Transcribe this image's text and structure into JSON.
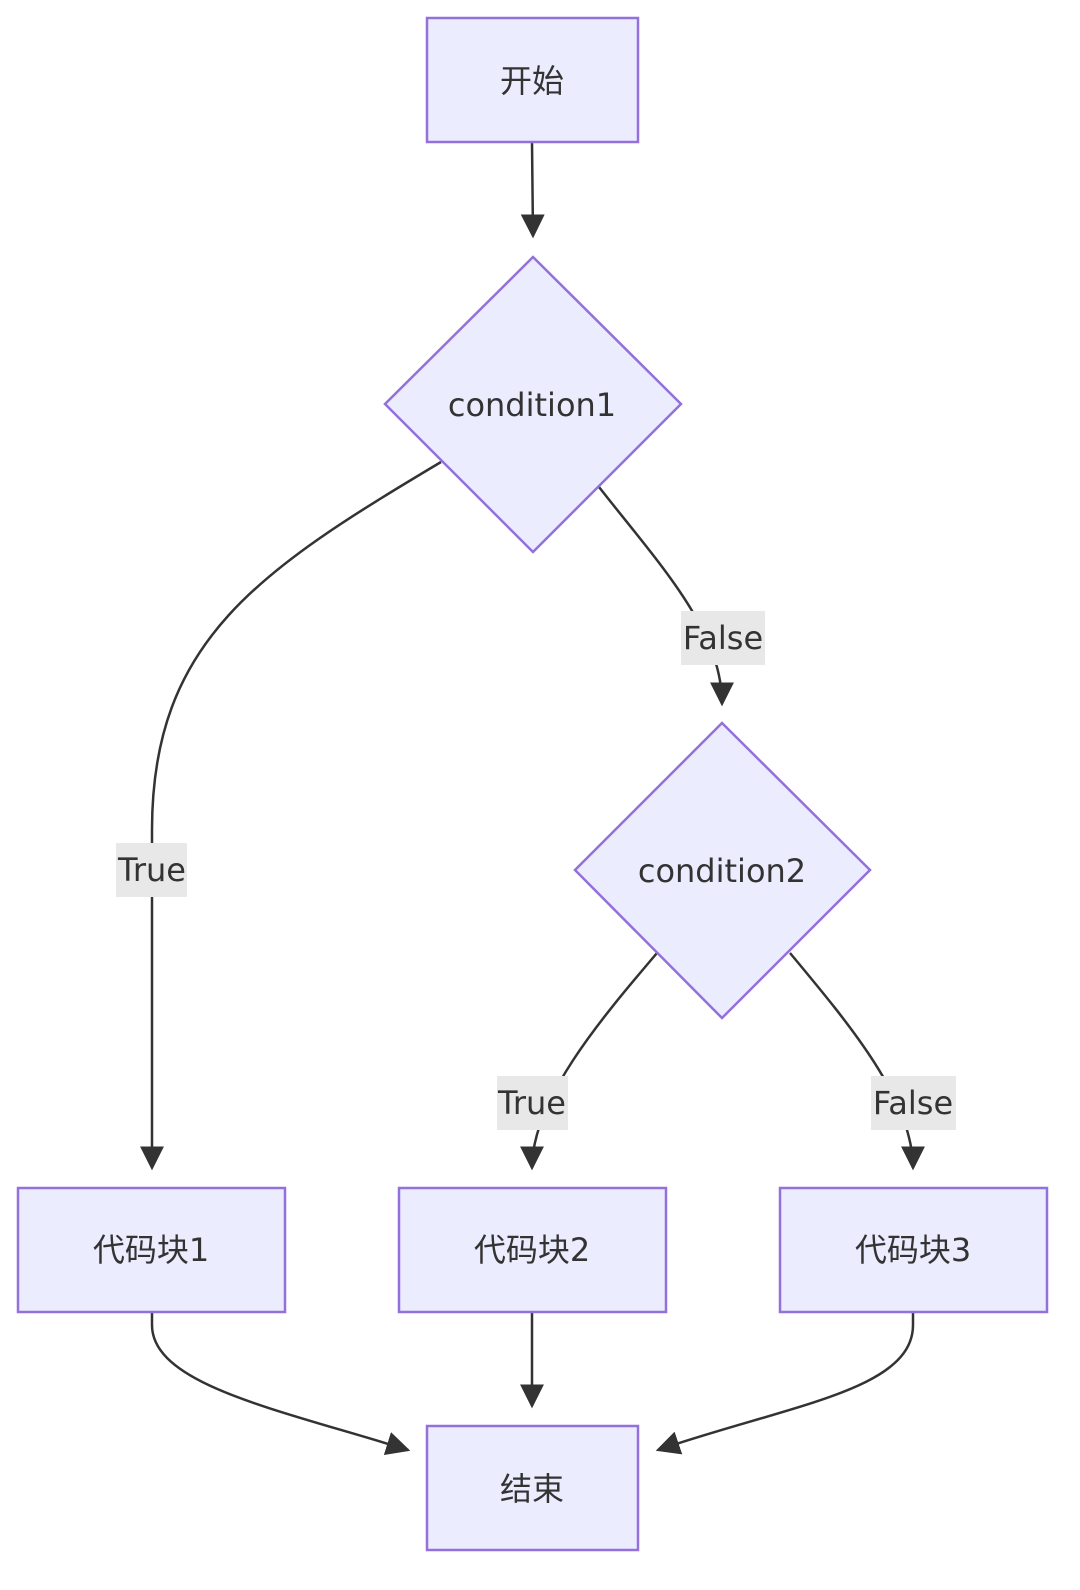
{
  "diagram": {
    "type": "flowchart",
    "direction": "top-down",
    "colors": {
      "node_fill": "#ECECFF",
      "node_stroke": "#9370DB",
      "edge": "#333333",
      "edge_label_bg": "#e8e8e8",
      "text": "#333333"
    },
    "nodes": {
      "start": {
        "label": "开始",
        "shape": "rect"
      },
      "cond1": {
        "label": "condition1",
        "shape": "diamond"
      },
      "cond2": {
        "label": "condition2",
        "shape": "diamond"
      },
      "block1": {
        "label": "代码块1",
        "shape": "rect"
      },
      "block2": {
        "label": "代码块2",
        "shape": "rect"
      },
      "block3": {
        "label": "代码块3",
        "shape": "rect"
      },
      "end": {
        "label": "结束",
        "shape": "rect"
      }
    },
    "edges": [
      {
        "from": "start",
        "to": "cond1",
        "label": ""
      },
      {
        "from": "cond1",
        "to": "block1",
        "label": "True"
      },
      {
        "from": "cond1",
        "to": "cond2",
        "label": "False"
      },
      {
        "from": "cond2",
        "to": "block2",
        "label": "True"
      },
      {
        "from": "cond2",
        "to": "block3",
        "label": "False"
      },
      {
        "from": "block1",
        "to": "end",
        "label": ""
      },
      {
        "from": "block2",
        "to": "end",
        "label": ""
      },
      {
        "from": "block3",
        "to": "end",
        "label": ""
      }
    ]
  }
}
